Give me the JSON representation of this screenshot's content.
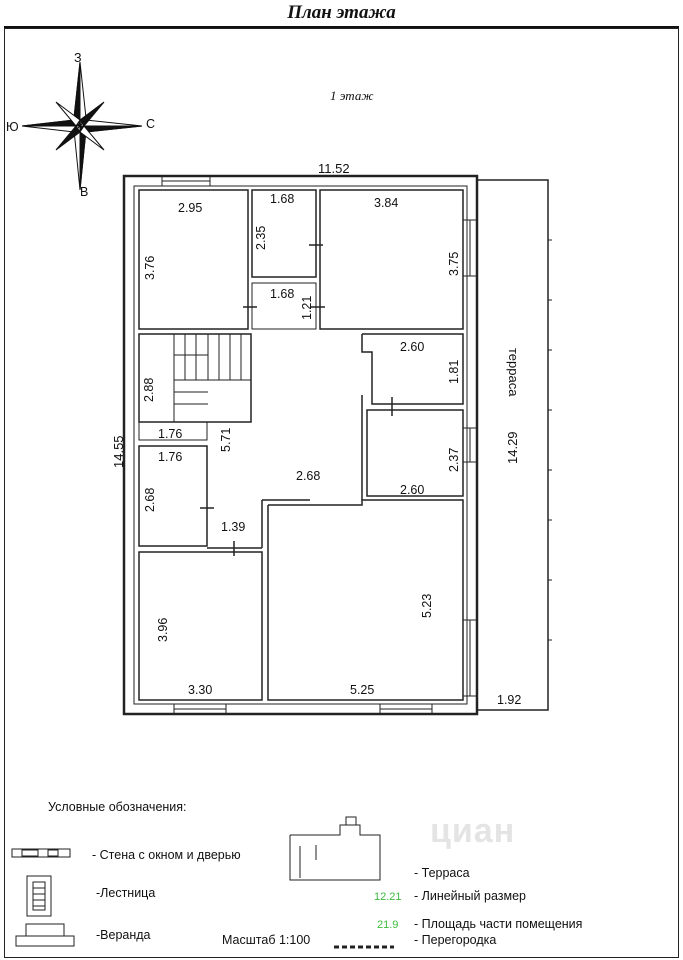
{
  "title": "План этажа",
  "floor": "1  этаж",
  "compass": {
    "west": "З",
    "south": "Ю",
    "east": "С",
    "north": "В"
  },
  "dimensions": {
    "top_total": "11.52",
    "left_total": "14.55",
    "r1_w": "2.95",
    "r1_h": "3.76",
    "r2_w": "1.68",
    "r2_h": "2.35",
    "r3_w": "3.84",
    "r3_h": "3.75",
    "corr_w": "1.68",
    "corr_h": "1.21",
    "stair_h": "2.88",
    "stair_w": "1.76",
    "hall_h": "5.71",
    "r4_w": "1.76",
    "r4_h": "2.68",
    "hall_w": "2.68",
    "r5_w": "2.60",
    "r5_h": "1.81",
    "r6_h": "2.37",
    "r6_w": "2.60",
    "door_w": "1.39",
    "r7_h": "3.96",
    "r7_w": "3.30",
    "r8_h": "5.23",
    "r8_w": "5.25",
    "terrace_h": "14.29",
    "terrace_w": "1.92"
  },
  "terrace_label": "терраса",
  "legend": {
    "heading": "Условные обозначения:",
    "wall": "- Стена с окном и дверью",
    "stairs": "-Лестница",
    "veranda": "-Веранда",
    "terrace": "- Терраса",
    "linear_sample": "12.21",
    "linear": "- Линейный размер",
    "area_sample": "21.9",
    "area": "- Площадь части помещения",
    "scale": "Масштаб 1:100",
    "partition": "- Перегородка"
  },
  "watermark": "циан"
}
